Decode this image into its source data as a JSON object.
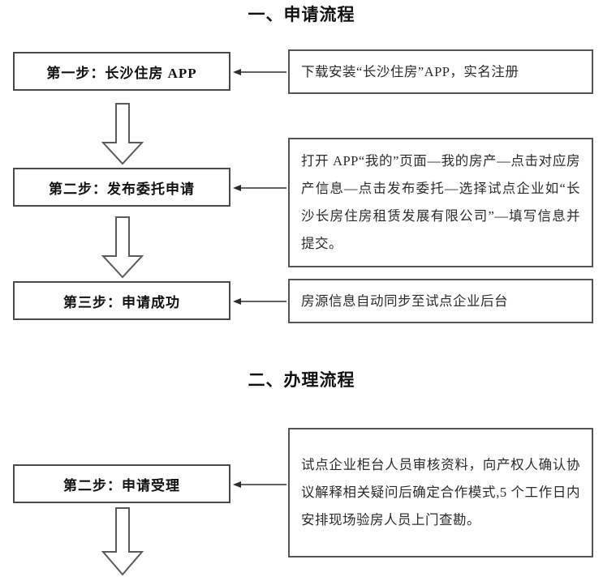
{
  "document": {
    "background_color": "#ffffff",
    "line_color": "#4a4a4a",
    "text_color": "#1a1a1a"
  },
  "sections": [
    {
      "heading": "一、申请流程",
      "steps": [
        {
          "step_label": "第一步：长沙住房 APP",
          "description": "下载安装“长沙住房”APP，实名注册"
        },
        {
          "step_label": "第二步：发布委托申请",
          "description": "打开 APP“我的”页面—我的房产—点击对应房产信息—点击发布委托—选择试点企业如“长沙长房住房租赁发展有限公司”—填写信息并提交。"
        },
        {
          "step_label": "第三步：申请成功",
          "description": "房源信息自动同步至试点企业后台"
        }
      ]
    },
    {
      "heading": "二、办理流程",
      "steps": [
        {
          "step_label": "第二步：申请受理",
          "description": "试点企业柜台人员审核资料，向产权人确认协议解释相关疑问后确定合作模式,5 个工作日内安排现场验房人员上门查勘。"
        }
      ]
    }
  ],
  "connectors": {
    "horizontal_arrow_direction": "left",
    "vertical_arrow_direction": "down",
    "vertical_arrow_style": "hollow-block"
  }
}
